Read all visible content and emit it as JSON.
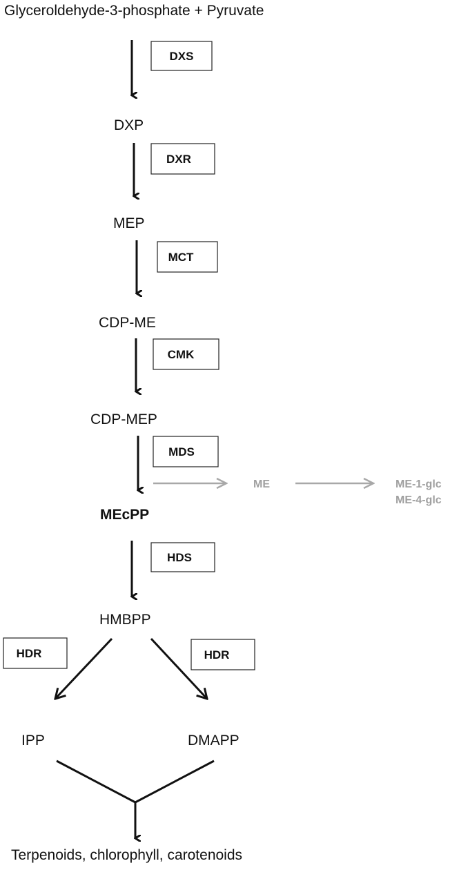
{
  "metabolites": {
    "start": "Glyceroldehyde-3-phosphate + Pyruvate",
    "dxp": "DXP",
    "mep": "MEP",
    "cdp_me": "CDP-ME",
    "cdp_mep": "CDP-MEP",
    "mecpp": "MEcPP",
    "hmbpp": "HMBPP",
    "ipp": "IPP",
    "dmapp": "DMAPP",
    "end": "Terpenoids, chlorophyll, carotenoids"
  },
  "enzymes": {
    "dxs": "DXS",
    "dxr": "DXR",
    "mct": "MCT",
    "cmk": "CMK",
    "mds": "MDS",
    "hds": "HDS",
    "hdr_left": "HDR",
    "hdr_right": "HDR"
  },
  "side_branch": {
    "me": "ME",
    "me_1_glc": "ME-1-glc",
    "me_4_glc": "ME-4-glc"
  },
  "colors": {
    "main": "#111111",
    "side_branch": "#a0a0a0"
  }
}
